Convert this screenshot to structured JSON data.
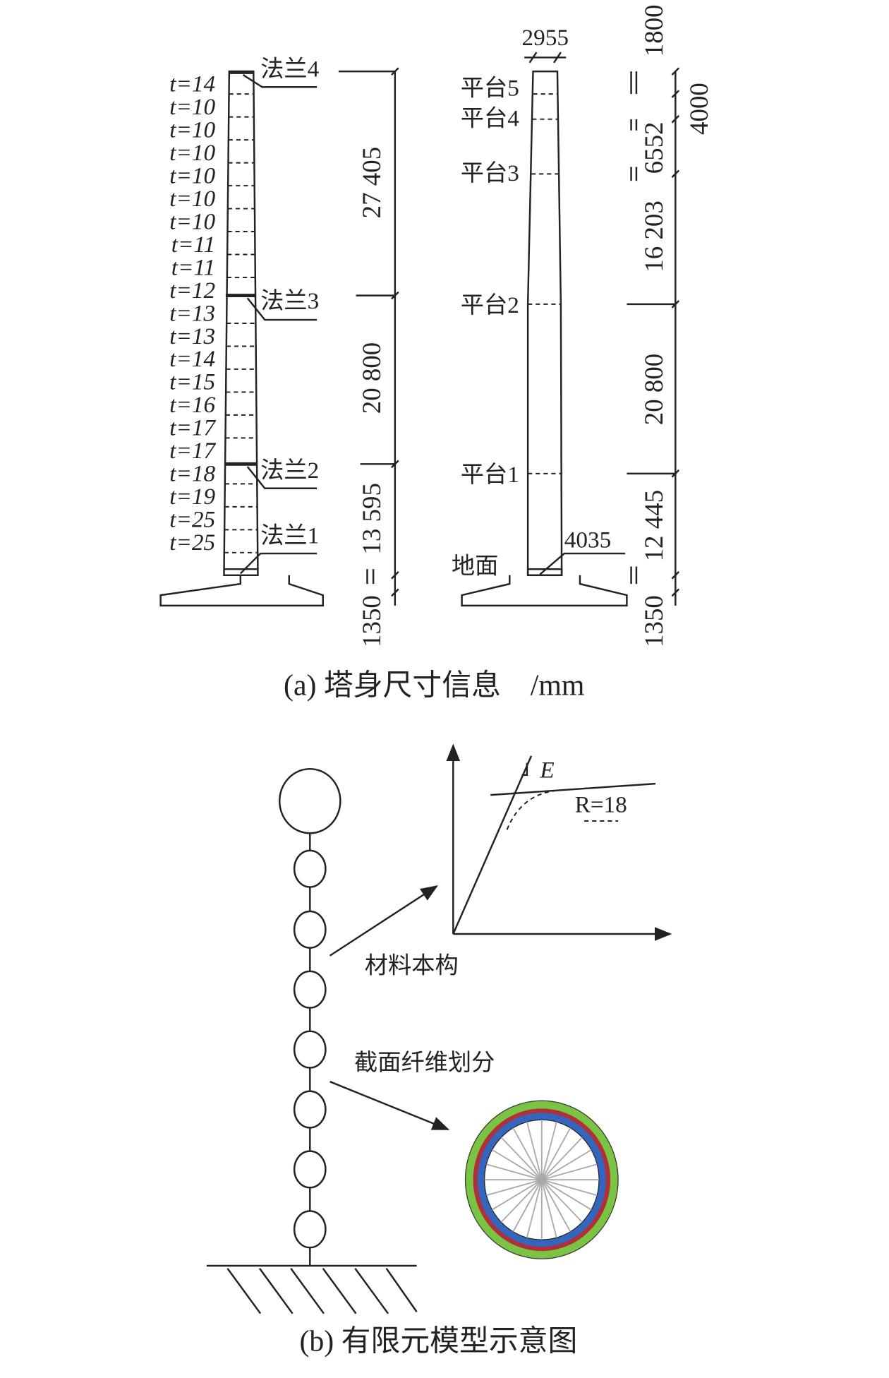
{
  "part_a": {
    "thickness_labels": [
      "t=14",
      "t=10",
      "t=10",
      "t=10",
      "t=10",
      "t=10",
      "t=10",
      "t=11",
      "t=11",
      "t=12",
      "t=13",
      "t=13",
      "t=14",
      "t=15",
      "t=16",
      "t=17",
      "t=17",
      "t=18",
      "t=19",
      "t=25",
      "t=25"
    ],
    "flanges": [
      "法兰4",
      "法兰3",
      "法兰2",
      "法兰1"
    ],
    "left_dims": [
      "27 405",
      "20 800",
      "13 595",
      "1350"
    ],
    "platforms": [
      "平台5",
      "平台4",
      "平台3",
      "平台2",
      "平台1"
    ],
    "ground": "地面",
    "top_width": "2955",
    "base_width": "4035",
    "right_dims": [
      "1800",
      "4000",
      "6552",
      "16 203",
      "20 800",
      "12 445",
      "1350"
    ],
    "caption": "(a) 塔身尺寸信息　/mm"
  },
  "part_b": {
    "material_label": "材料本构",
    "fiber_label": "截面纤维划分",
    "modulus_label": "E",
    "r_label": "R=18",
    "caption": "(b) 有限元模型示意图"
  }
}
